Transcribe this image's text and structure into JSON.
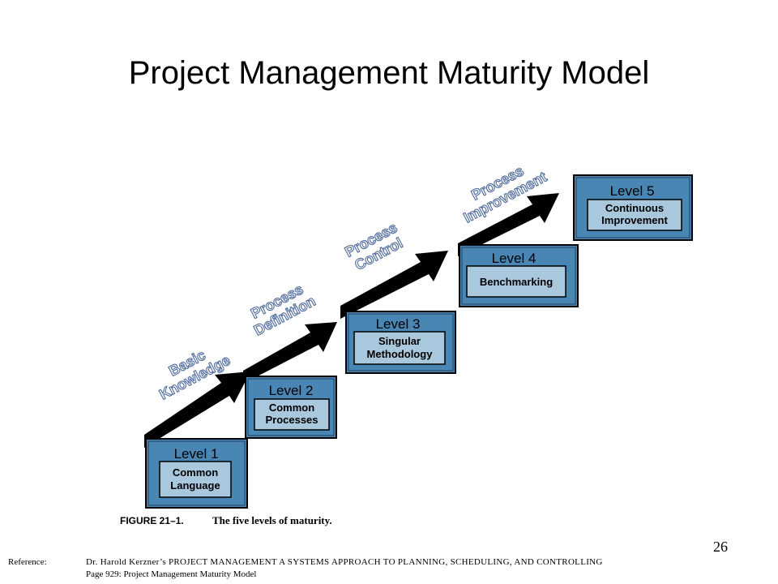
{
  "title": "Project Management Maturity Model",
  "levels": [
    {
      "heading": "Level 1",
      "lines": [
        "Common",
        "Language"
      ]
    },
    {
      "heading": "Level 2",
      "lines": [
        "Common",
        "Processes"
      ]
    },
    {
      "heading": "Level 3",
      "lines": [
        "Singular",
        "Methodology"
      ]
    },
    {
      "heading": "Level 4",
      "lines": [
        "Benchmarking"
      ]
    },
    {
      "heading": "Level 5",
      "lines": [
        "Continuous",
        "Improvement"
      ]
    }
  ],
  "arrow_labels": [
    [
      "Basic",
      "Knowledge"
    ],
    [
      "Process",
      "Definition"
    ],
    [
      "Process",
      "Control"
    ],
    [
      "Process",
      "Improvement"
    ]
  ],
  "caption": {
    "number": "FIGURE 21–1.",
    "text": "The five levels of maturity."
  },
  "slide_number": "26",
  "reference": {
    "label": "Reference:",
    "line1": "Dr. Harold Kerzner’s PROJECT MANAGEMENT A SYSTEMS APPROACH TO PLANNING, SCHEDULING, AND CONTROLLING",
    "line2": "Page 929: Project Management Maturity Model"
  },
  "colors": {
    "box_outer": "#4a86b4",
    "box_inner": "#a9c7dd",
    "box_border": "#000000",
    "arrow": "#000000",
    "label_text": "#4f6b9c"
  }
}
